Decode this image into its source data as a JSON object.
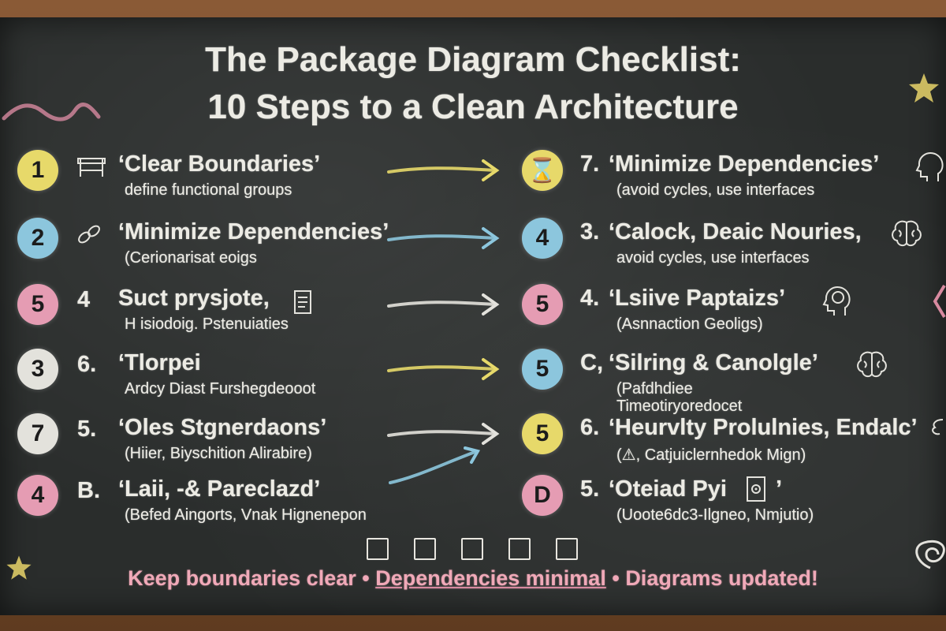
{
  "title": {
    "line1": "The Package Diagram Checklist:",
    "line2": "10 Steps to a Clean Architecture"
  },
  "colors": {
    "yellow": "#e7d96a",
    "blue": "#8cc6dd",
    "pink": "#e59cb3",
    "white": "#e3e2dc",
    "bottom_text": "#f0a9b8"
  },
  "left_items": [
    {
      "marker": "1",
      "marker_color": "yellow",
      "prefix": "",
      "title": "‘Clear Boundaries’",
      "sub": "define functional groups",
      "icon": "fence-icon",
      "arrow_color": "yellow"
    },
    {
      "marker": "2",
      "marker_color": "blue",
      "prefix": "",
      "title": "‘Minimize Dependencies’",
      "sub": "(Cerionarisat eoigs",
      "icon": "link-icon",
      "arrow_color": "blue"
    },
    {
      "marker": "5",
      "marker_color": "pink",
      "prefix": "4",
      "title": "Suct prysjote,",
      "sub": "H isiodoig. Pstenuiaties",
      "icon": "document-icon",
      "arrow_color": "white"
    },
    {
      "marker": "3",
      "marker_color": "white",
      "prefix": "6.",
      "title": "‘Tlorpei",
      "sub": "Ardcy Diast Furshegdeooot",
      "icon": "",
      "arrow_color": "yellow"
    },
    {
      "marker": "7",
      "marker_color": "white",
      "prefix": "5.",
      "title": "‘Oles Stgnerdaons’",
      "sub": "(Hiier, Biyschition Alirabire)",
      "icon": "",
      "arrow_color": "white"
    },
    {
      "marker": "4",
      "marker_color": "pink",
      "prefix": "B.",
      "title": "‘Laii, -& Pareclazd’",
      "sub": "(Befed Aingorts, Vnak Hignenepon",
      "icon": "",
      "arrow_color": "blue"
    }
  ],
  "right_items": [
    {
      "marker": "⌛",
      "marker_color": "yellow",
      "prefix": "7.",
      "title": "‘Minimize Dependencies’",
      "sub": "(avoid cycles, use interfaces",
      "icon": "head-outline-icon"
    },
    {
      "marker": "4",
      "marker_color": "blue",
      "prefix": "3.",
      "title": "‘Calock, Deaic Nouries,",
      "sub": "avoid cycles, use interfaces",
      "icon": "brain-icon"
    },
    {
      "marker": "5",
      "marker_color": "pink",
      "prefix": "4.",
      "title": "‘Lsiive Paptaizs’",
      "sub": "(Asnnaction Geoligs)",
      "icon": "head-brain-icon"
    },
    {
      "marker": "5",
      "marker_color": "blue",
      "prefix": "C,",
      "title": "‘Silring & Canolgle’",
      "sub": "(Pafdhdiee",
      "sub2": "Timeotiryoredocet",
      "icon": "brain-icon"
    },
    {
      "marker": "5",
      "marker_color": "yellow",
      "prefix": "6.",
      "title": "‘Heurvlty Prolulnies, Endalc’",
      "sub": "(⚠, Catjuiclernhedok Mign)",
      "icon": "cloud-icon"
    },
    {
      "marker": "D",
      "marker_color": "pink",
      "prefix": "5.",
      "title": "‘Oteiad Pyi",
      "title_end": "’",
      "sub": "(Uoote6dc3-Ilgneo, Nmjutio)",
      "icon": "document-gear-icon"
    }
  ],
  "checkboxes": 5,
  "bottom": {
    "part1": "Keep boundaries clear",
    "sep": "•",
    "part2": "Dependencies minimal",
    "part3": "Diagrams updated!"
  }
}
